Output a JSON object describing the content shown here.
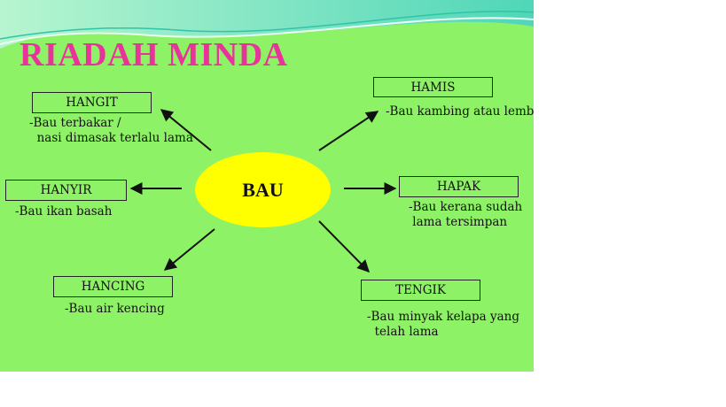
{
  "title": "RIADAH MINDA",
  "center": "BAU",
  "nodes": [
    {
      "label": "HANGIT",
      "desc": "-Bau terbakar /\n  nasi dimasak terlalu lama"
    },
    {
      "label": "HAMIS",
      "desc": "-Bau kambing atau lembu"
    },
    {
      "label": "HANYIR",
      "desc": "-Bau ikan basah"
    },
    {
      "label": "HAPAK",
      "desc": "-Bau kerana sudah\n lama tersimpan"
    },
    {
      "label": "HANCING",
      "desc": "-Bau air kencing"
    },
    {
      "label": "TENGIK",
      "desc": "-Bau minyak kelapa yang\n  telah lama"
    }
  ],
  "colors": {
    "background": "#8ef266",
    "title": "#e8339a",
    "center": "#ffff00"
  }
}
